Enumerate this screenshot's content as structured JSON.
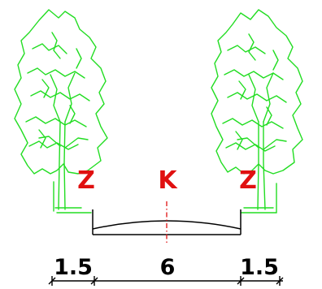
{
  "diagram": {
    "labels": {
      "left_zone": "Z",
      "center_zone": "K",
      "right_zone": "Z"
    },
    "dimensions": {
      "left_width": "1.5",
      "center_width": "6",
      "right_width": "1.5"
    }
  },
  "colors": {
    "tree_outline": "#22dd22",
    "zone_label": "#e01010",
    "centerline": "#e01010",
    "linework": "#000000",
    "background": "#ffffff"
  },
  "icons": [
    "tree-icon",
    "tree-icon"
  ]
}
